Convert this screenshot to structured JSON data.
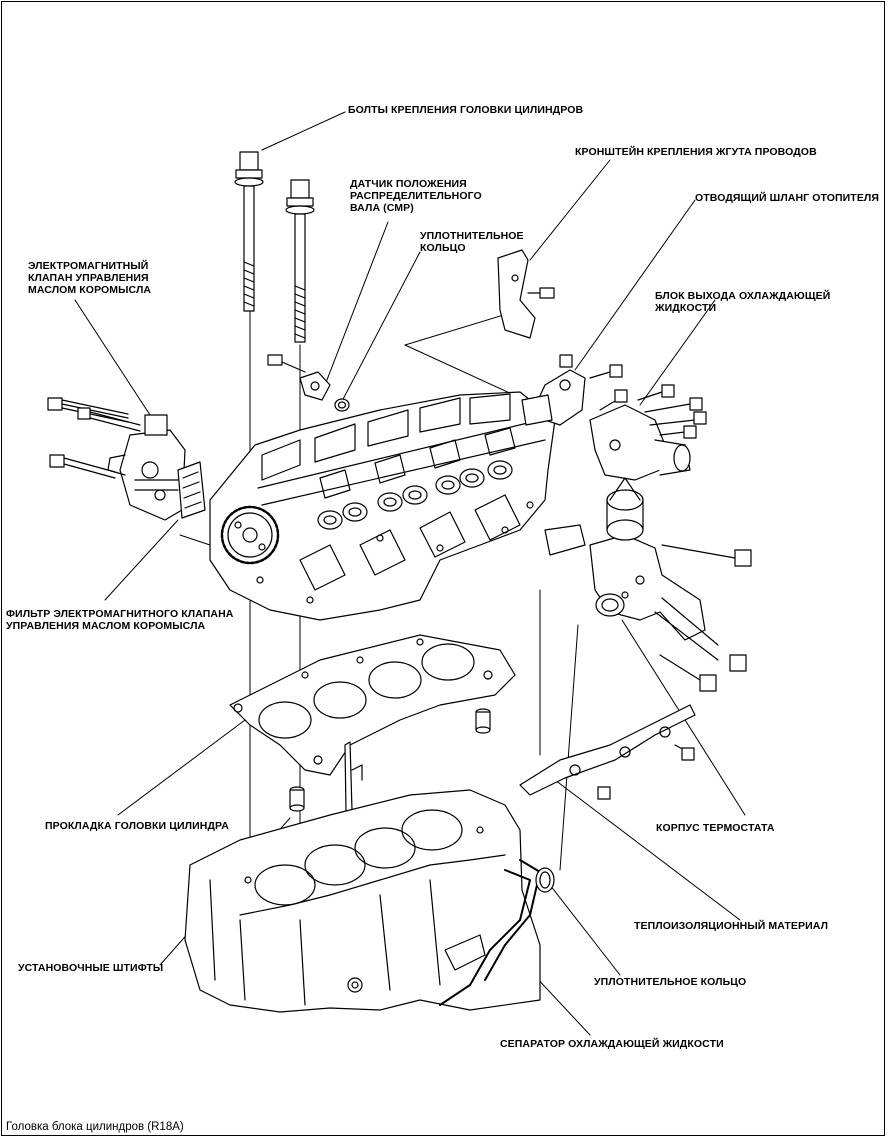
{
  "caption": "Головка блока цилиндров (R18A)",
  "labels": {
    "head_bolts": "БОЛТЫ КРЕПЛЕНИЯ ГОЛОВКИ ЦИЛИНДРОВ",
    "harness_bracket": "КРОНШТЕЙН КРЕПЛЕНИЯ ЖГУТА ПРОВОДОВ",
    "cmp_sensor": "ДАТЧИК ПОЛОЖЕНИЯ\nРАСПРЕДЕЛИТЕЛЬНОГО\nВАЛА (СМР)",
    "heater_hose": "ОТВОДЯЩИЙ ШЛАНГ ОТОПИТЕЛЯ",
    "o_ring_top": "УПЛОТНИТЕЛЬНОЕ\nКОЛЬЦО",
    "solenoid_valve": "ЭЛЕКТРОМАГНИТНЫЙ\nКЛАПАН УПРАВЛЕНИЯ\nМАСЛОМ КОРОМЫСЛА",
    "coolant_outlet": "БЛОК ВЫХОДА ОХЛАЖДАЮЩЕЙ ЖИДКОСТИ",
    "solenoid_filter": "ФИЛЬТР ЭЛЕКТРОМАГНИТНОГО КЛАПАНА\nУПРАВЛЕНИЯ МАСЛОМ КОРОМЫСЛА",
    "head_gasket": "ПРОКЛАДКА ГОЛОВКИ ЦИЛИНДРА",
    "thermostat_housing": "КОРПУС ТЕРМОСТАТА",
    "insulation": "ТЕПЛОИЗОЛЯЦИОННЫЙ МАТЕРИАЛ",
    "dowel_pins": "УСТАНОВОЧНЫЕ ШТИФТЫ",
    "o_ring_bottom": "УПЛОТНИТЕЛЬНОЕ КОЛЬЦО",
    "coolant_separator": "СЕПАРАТОР ОХЛАЖДАЮЩЕЙ ЖИДКОСТИ"
  },
  "parts": {
    "head_bolt_icon": "bolt-icon",
    "cylinder_head_icon": "cylinder-head-icon",
    "gasket_icon": "gasket-icon",
    "block_icon": "engine-block-icon"
  }
}
